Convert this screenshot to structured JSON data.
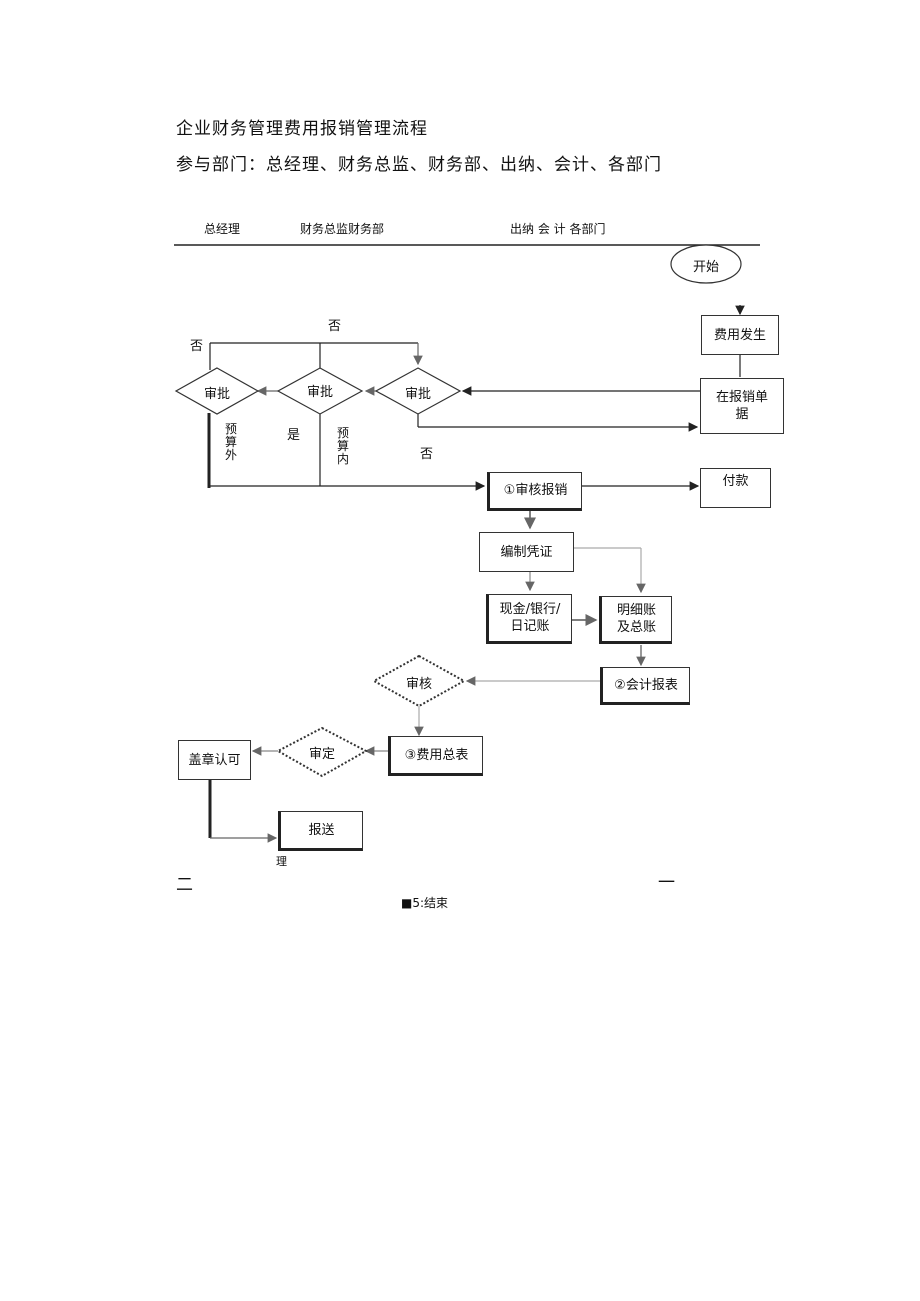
{
  "header": {
    "title": "企业财务管理费用报销管理流程",
    "subtitle": "参与部门：总经理、财务总监、财务部、出纳、会计、各部门"
  },
  "lanes": {
    "gm": "总经理",
    "cfo_fin": "财务总监财务部",
    "right": "出纳 会 计 各部门"
  },
  "nodes": {
    "start": "开始",
    "expense_occurs": "费用发生",
    "fill_form": "在报销单据",
    "approve_gm": "审批",
    "approve_cfo": "审批",
    "approve_fin": "审批",
    "audit_reimburse": "①审核报销",
    "pay": "付款",
    "voucher": "编制凭证",
    "cash_bank": "现金/银行/日记账",
    "ledger": "明细账及总账",
    "report": "②会计报表",
    "audit": "审核",
    "expense_summary": "③费用总表",
    "finalize": "审定",
    "stamp": "盖章认可",
    "submit": "报送"
  },
  "labels": {
    "no_top": "否",
    "no_left": "否",
    "no_below": "否",
    "yes": "是",
    "out_budget": "预算外",
    "in_budget": "预算内",
    "li": "理",
    "dash_left": "二",
    "dash_right": "一",
    "end": "■5:结束"
  }
}
